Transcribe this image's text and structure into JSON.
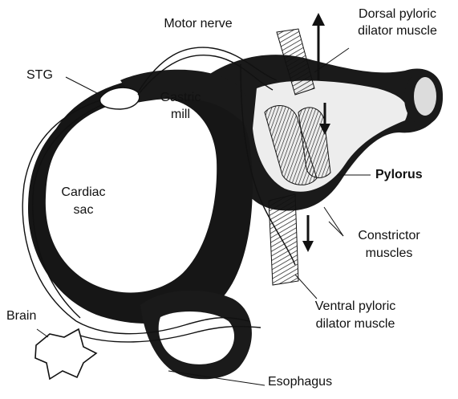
{
  "labels": {
    "motor_nerve": "Motor nerve",
    "dorsal_line1": "Dorsal pyloric",
    "dorsal_line2": "dilator muscle",
    "stg": "STG",
    "gastric_line1": "Gastric",
    "gastric_line2": "mill",
    "cardiac_line1": "Cardiac",
    "cardiac_line2": "sac",
    "pylorus": "Pylorus",
    "constrictor_line1": "Constrictor",
    "constrictor_line2": "muscles",
    "ventral_line1": "Ventral pyloric",
    "ventral_line2": "dilator muscle",
    "brain": "Brain",
    "esophagus": "Esophagus"
  },
  "colors": {
    "ink": "#111111",
    "shadow": "#1a1a1a",
    "tissue": "#ffffff"
  }
}
